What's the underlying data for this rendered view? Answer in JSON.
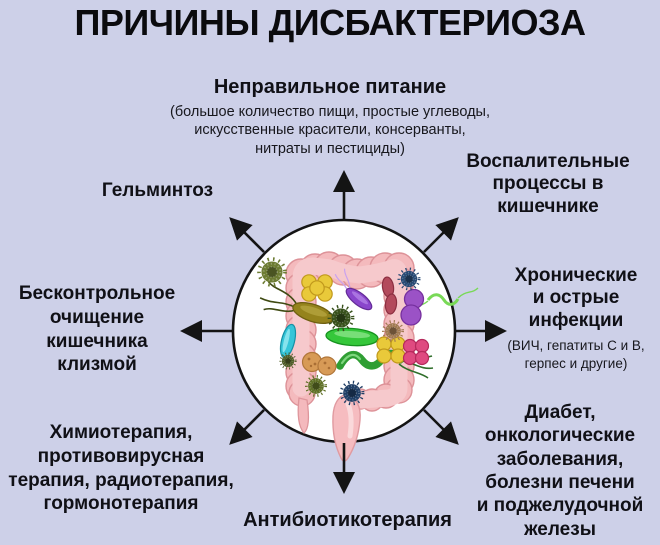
{
  "title": "ПРИЧИНЫ ДИСБАКТЕРИОЗА",
  "causes": {
    "nutrition": {
      "label": "Неправильное питание",
      "details": "(большое количество пищи, простые углеводы,\nискусственные красители, консерванты,\nнитраты и пестициды)"
    },
    "inflammation": {
      "label": "Воспалительные\nпроцессы в\nкишечнике"
    },
    "helminthiasis": {
      "label": "Гельминтоз"
    },
    "infections": {
      "label": "Хронические\nи острые\nинфекции",
      "details": "(ВИЧ, гепатиты С и В,\nгерпес и другие)"
    },
    "enema": {
      "label": "Бесконтрольное\nочищение\nкишечника\nклизмой"
    },
    "chemotherapy": {
      "label": "Химиотерапия,\nпротивовирусная\nтерапия, радиотерапия,\nгормонотерапия"
    },
    "antibiotics": {
      "label": "Антибиотикотерапия"
    },
    "diseases": {
      "label": "Диабет,\nонкологические\nзаболевания,\nболезни печени\nи поджелудочной\nжелезы"
    }
  },
  "icons": {
    "center": "intestine-with-microbes-illustration"
  },
  "colors": {
    "background": "#cdd0e8",
    "text": "#0e0e12",
    "circle_fill": "#ffffff",
    "outline": "#141414",
    "intestine_pink": "#f4babd"
  }
}
